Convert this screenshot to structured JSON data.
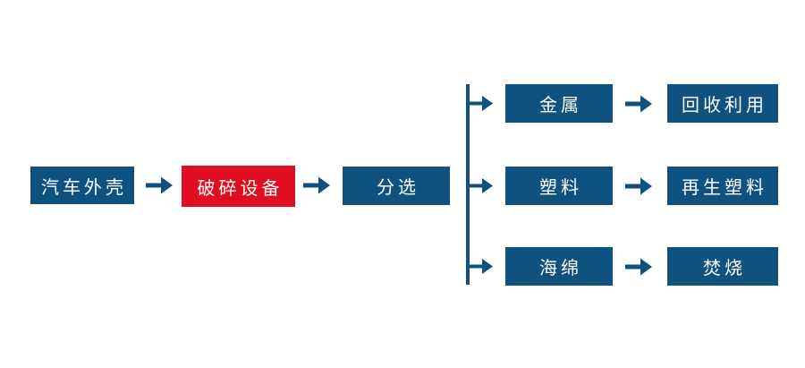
{
  "diagram": {
    "type": "flowchart",
    "description": "汽车外壳回收处理流程图",
    "main_flow": [
      {
        "id": "source",
        "label": "汽车外壳",
        "color": "blue"
      },
      {
        "id": "crusher",
        "label": "破碎设备",
        "color": "red"
      },
      {
        "id": "sorting",
        "label": "分选",
        "color": "blue"
      }
    ],
    "branches": [
      {
        "material": "金属",
        "outcome": "回收利用"
      },
      {
        "material": "塑料",
        "outcome": "再生塑料"
      },
      {
        "material": "海绵",
        "outcome": "焚烧"
      }
    ],
    "colors": {
      "node_blue": "#0F5280",
      "node_red": "#E00E22",
      "connector": "#0F5280",
      "text": "#FFFFFF",
      "background": "#FFFFFF"
    }
  }
}
